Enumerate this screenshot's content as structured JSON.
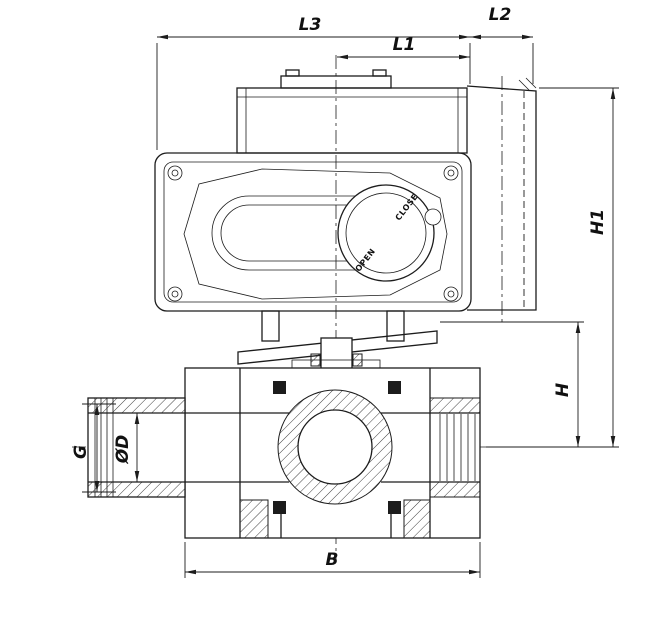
{
  "dimensions": {
    "L3": "L3",
    "L2": "L2",
    "L1": "L1",
    "H1": "H1",
    "H": "H",
    "G": "G",
    "OD": "ØD",
    "B": "B"
  },
  "dial": {
    "open": "OPEN",
    "close": "CLOSE"
  },
  "colors": {
    "line": "#1c1c1c",
    "background": "#ffffff"
  }
}
